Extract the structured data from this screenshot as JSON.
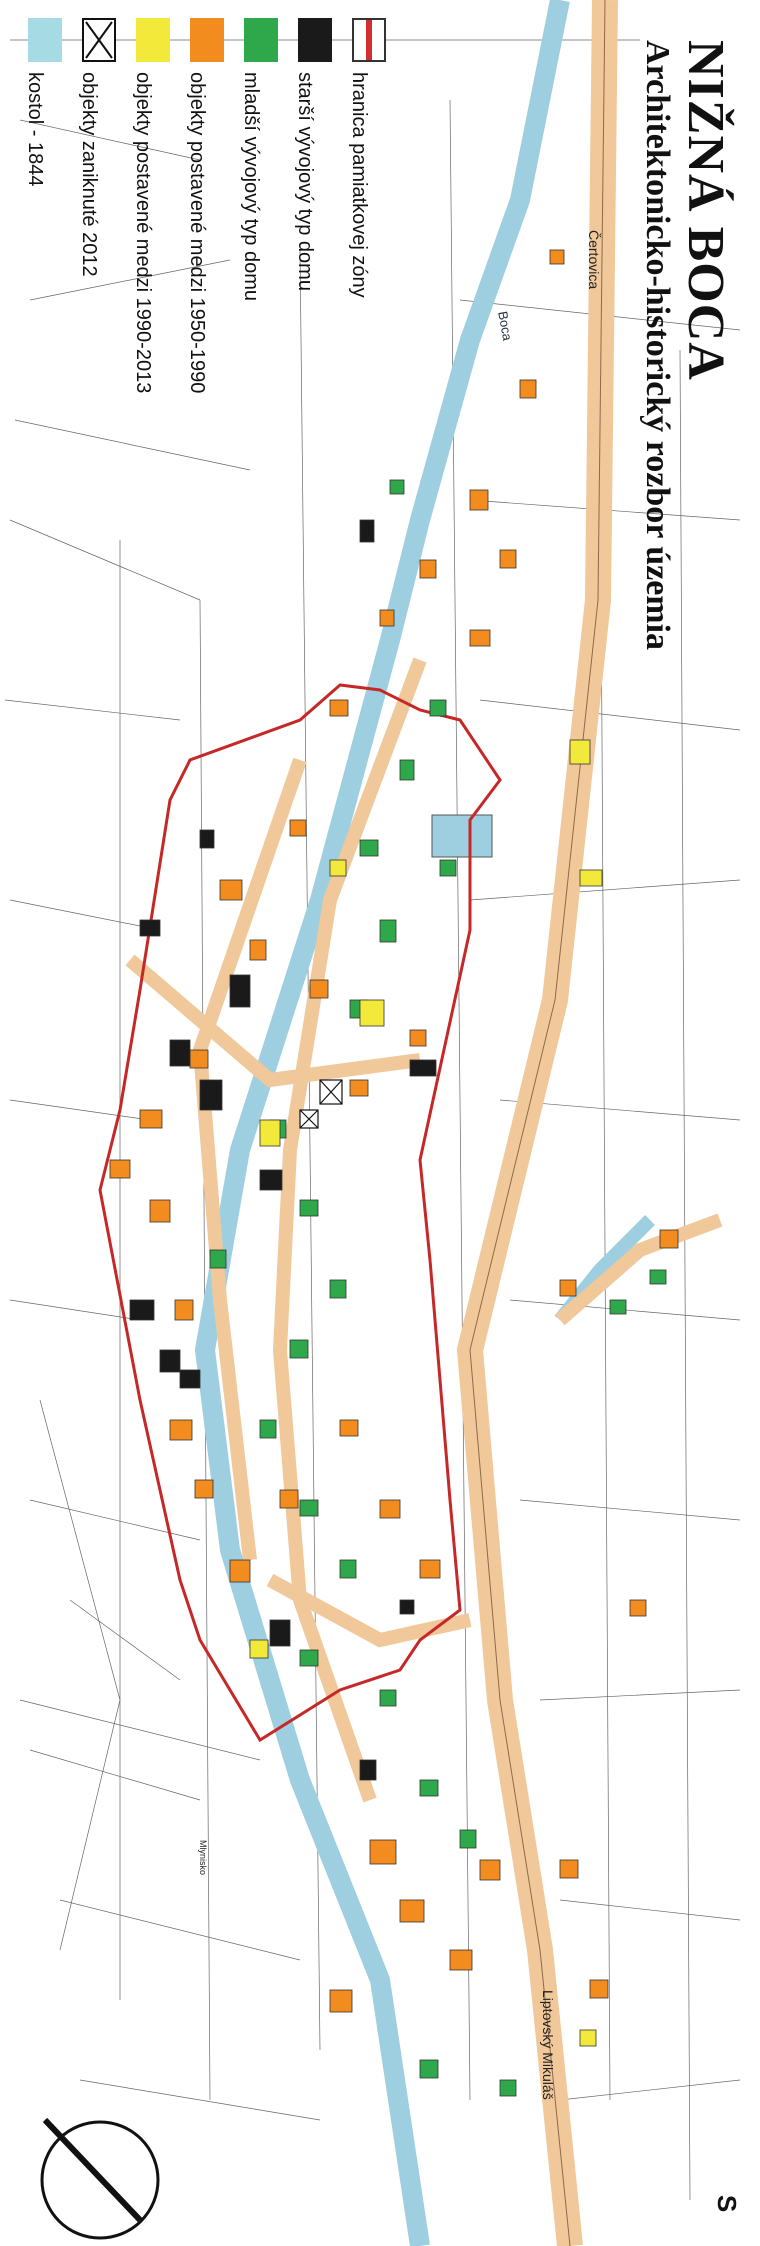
{
  "title": "NIŽNÁ BOCA",
  "subtitle": "Architektonicko-historický rozbor územia",
  "legend": [
    {
      "key": "border",
      "label": "hranica pamiatkovej zóny",
      "color": "#d32f2f"
    },
    {
      "key": "older",
      "label": "starší vývojový typ domu",
      "color": "#1a1a1a"
    },
    {
      "key": "younger",
      "label": "mladší vývojový typ domu",
      "color": "#2ea84a"
    },
    {
      "key": "built_1950",
      "label": "objekty postavené medzi 1950-1990",
      "color": "#f28c1e"
    },
    {
      "key": "built_1990",
      "label": "objekty postavené medzi 1990-2013",
      "color": "#f2e93a"
    },
    {
      "key": "defunct",
      "label": "objekty zaniknuté 2012",
      "color": "#ffffff"
    },
    {
      "key": "church",
      "label": "kostol - 1844",
      "color": "#a6dbe6"
    }
  ],
  "places": {
    "north_direction_label": "Čertovica",
    "south_direction_label": "Liptovský Mikuláš",
    "river_label": "Boca",
    "field_label": "Mlynisko"
  },
  "compass_letter": "S",
  "colors": {
    "road": "#f0c89a",
    "river": "#9ecfe0",
    "parcel_line": "#555555",
    "zone_border": "#c62828"
  }
}
